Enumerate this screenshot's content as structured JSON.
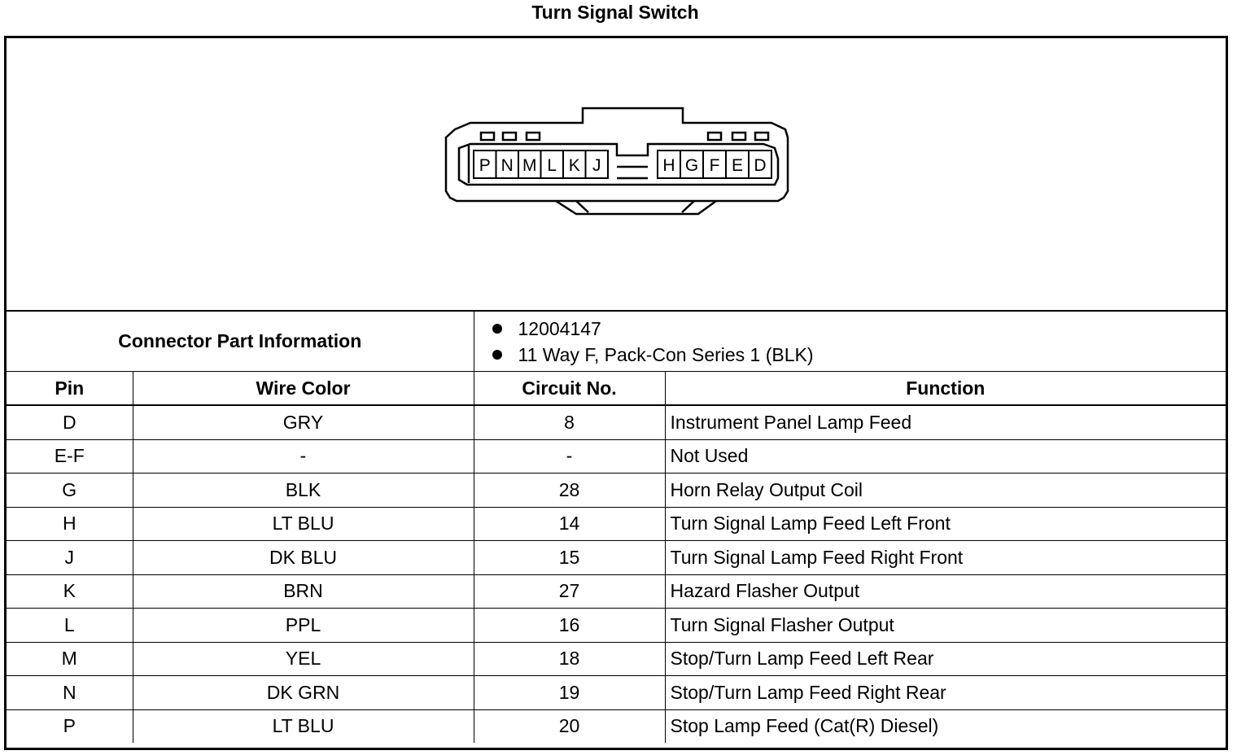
{
  "title": "Turn Signal Switch",
  "connector": {
    "cavities_left": [
      "P",
      "N",
      "M",
      "L",
      "K",
      "J"
    ],
    "cavities_right": [
      "H",
      "G",
      "F",
      "E",
      "D"
    ]
  },
  "part_info": {
    "label": "Connector Part Information",
    "items": [
      "12004147",
      "11 Way F, Pack-Con Series 1 (BLK)"
    ]
  },
  "table": {
    "headers": [
      "Pin",
      "Wire Color",
      "Circuit No.",
      "Function"
    ],
    "rows": [
      [
        "D",
        "GRY",
        "8",
        "Instrument Panel Lamp Feed"
      ],
      [
        "E-F",
        "-",
        "-",
        "Not Used"
      ],
      [
        "G",
        "BLK",
        "28",
        "Horn Relay Output Coil"
      ],
      [
        "H",
        "LT BLU",
        "14",
        "Turn Signal Lamp Feed Left Front"
      ],
      [
        "J",
        "DK BLU",
        "15",
        "Turn Signal Lamp Feed Right Front"
      ],
      [
        "K",
        "BRN",
        "27",
        "Hazard Flasher Output"
      ],
      [
        "L",
        "PPL",
        "16",
        "Turn Signal Flasher Output"
      ],
      [
        "M",
        "YEL",
        "18",
        "Stop/Turn Lamp Feed Left Rear"
      ],
      [
        "N",
        "DK GRN",
        "19",
        "Stop/Turn Lamp Feed Right Rear"
      ],
      [
        "P",
        "LT BLU",
        "20",
        "Stop Lamp Feed (Cat(R) Diesel)"
      ]
    ]
  }
}
